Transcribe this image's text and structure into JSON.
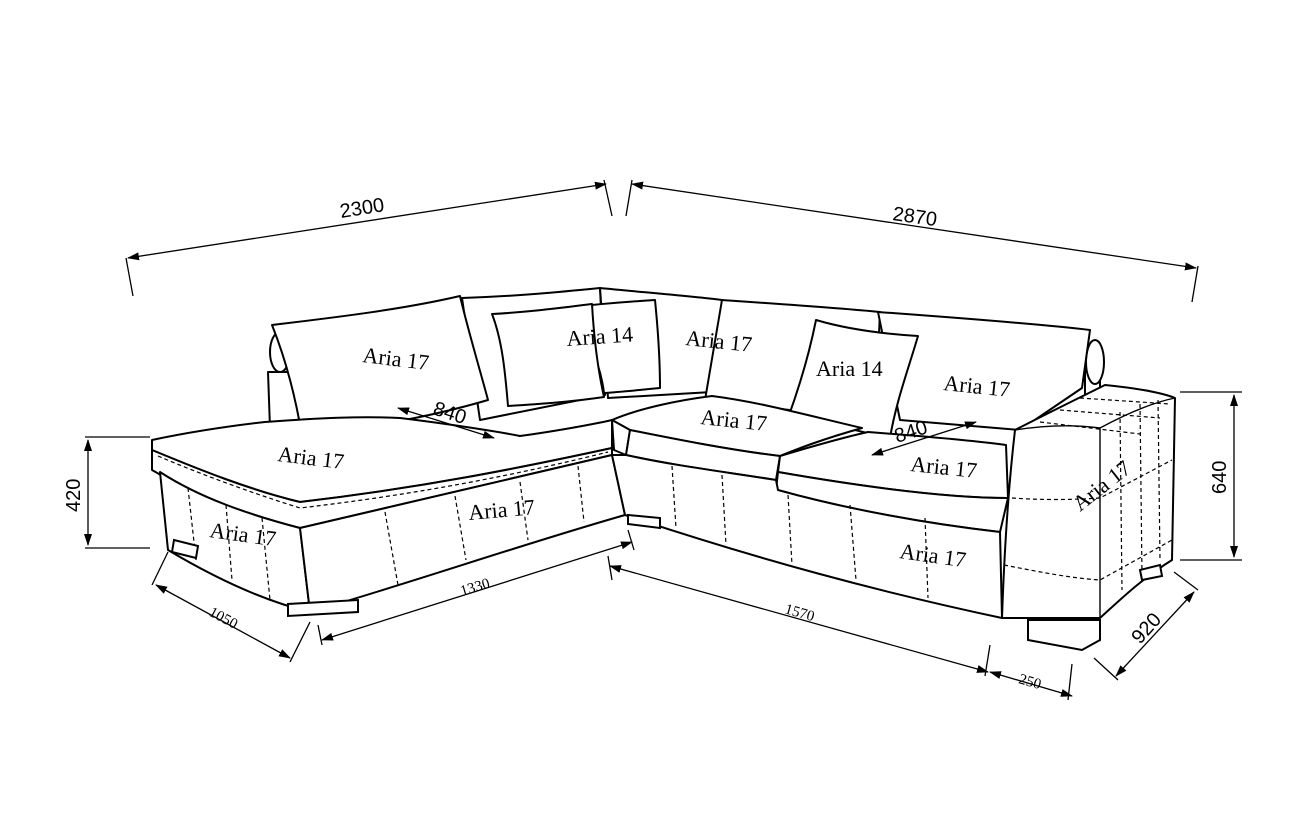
{
  "dimensions": {
    "overall_left": "2300",
    "overall_right": "2870",
    "height_seat": "420",
    "height_back": "640",
    "depth_left": "1050",
    "width_left_base": "1330",
    "width_right_base": "1570",
    "arm_width": "250",
    "depth_right": "920",
    "seat_depth_left": "840",
    "seat_depth_right": "840"
  },
  "fabric_labels": {
    "cushion_back_left": "Aria 17",
    "cushion_back_small_left": "Aria 14",
    "back_center": "Aria 17",
    "cushion_back_small_right": "Aria 14",
    "back_right": "Aria 17",
    "chaise_seat": "Aria 17",
    "seat_center": "Aria 17",
    "seat_right": "Aria 17",
    "chaise_front": "Aria 17",
    "base_left": "Aria 17",
    "base_right": "Aria 17",
    "arm_right": "Aria 17"
  }
}
